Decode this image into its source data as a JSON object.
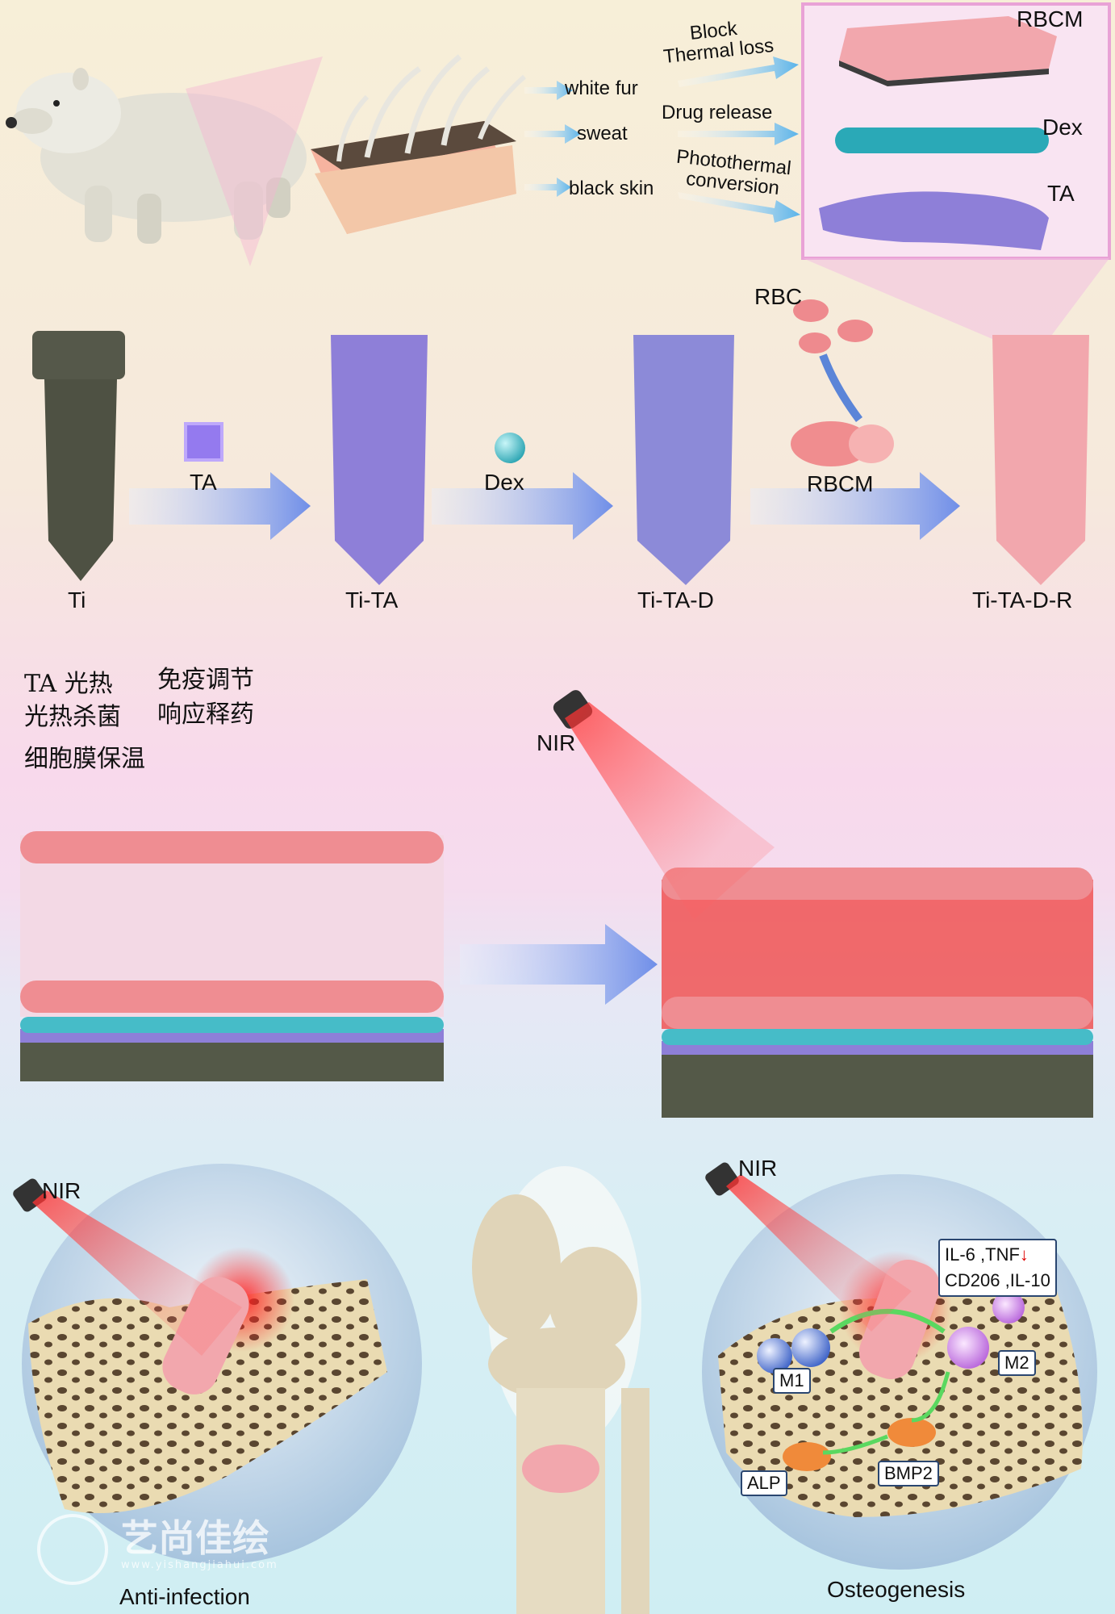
{
  "top": {
    "fur_labels": [
      "white fur",
      "sweat",
      "black skin"
    ],
    "functions": [
      "Block",
      "Thermal loss",
      "Drug release",
      "Photothermal",
      "conversion"
    ],
    "layers": [
      "RBCM",
      "Dex",
      "TA"
    ]
  },
  "fabrication": {
    "stages": [
      "Ti",
      "Ti-TA",
      "Ti-TA-D",
      "Ti-TA-D-R"
    ],
    "reagents": [
      "TA",
      "Dex",
      "RBC",
      "RBCM"
    ]
  },
  "mechanism": {
    "cn_lines": [
      "TA 光热",
      "免疫调节",
      "光热杀菌",
      "响应释药",
      "细胞膜保温"
    ],
    "nir_label": "NIR"
  },
  "application": {
    "nir_left": "NIR",
    "nir_right": "NIR",
    "cytokine_line1": "IL-6 ,TNF",
    "cytokine_arrow": "↓",
    "cytokine_line2": "CD206 ,IL-10",
    "cells": [
      "M1",
      "M2",
      "ALP",
      "BMP2"
    ],
    "left_caption": "Anti-infection",
    "right_caption": "Osteogenesis"
  },
  "watermark": {
    "cn": "艺尚佳绘",
    "url": "www.yishangjiahui.com"
  },
  "colors": {
    "ta_purple": "#8e7fd8",
    "dex_cyan": "#4cc8d0",
    "rbcm_pink": "#f0a4a4",
    "ti_gray": "#55584a",
    "arrow_blue": "#6f8ee8",
    "nir_red": "#e81f1f"
  }
}
